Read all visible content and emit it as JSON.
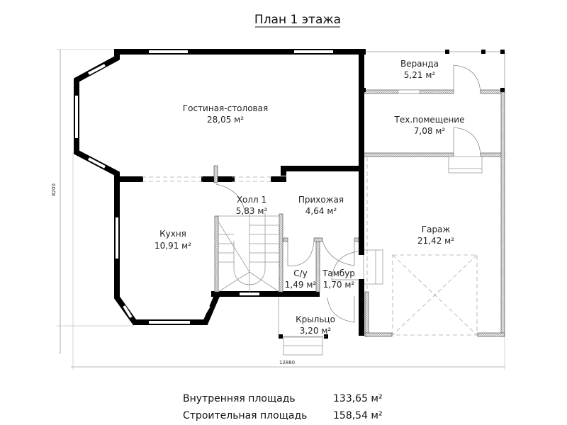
{
  "title": "План 1 этажа",
  "rooms": [
    {
      "name": "Гостиная-столовая",
      "area": "28,05 м²"
    },
    {
      "name": "Кухня",
      "area": "10,91 м²"
    },
    {
      "name": "Холл 1",
      "area": "5,83 м²"
    },
    {
      "name": "Прихожая",
      "area": "4,64 м²"
    },
    {
      "name": "С/у",
      "area": "1,49 м²"
    },
    {
      "name": "Тамбур",
      "area": "1,70 м²"
    },
    {
      "name": "Крыльцо",
      "area": "3,20 м²"
    },
    {
      "name": "Веранда",
      "area": "5,21 м²"
    },
    {
      "name": "Тех.помещение",
      "area": "7,08 м²"
    },
    {
      "name": "Гараж",
      "area": "21,42 м²"
    }
  ],
  "dimensions": {
    "height": "8200",
    "width": "12880"
  },
  "summary": [
    {
      "label": "Внутренняя площадь",
      "value": "133,65 м²"
    },
    {
      "label": "Строительная площадь",
      "value": "158,54 м²"
    }
  ]
}
